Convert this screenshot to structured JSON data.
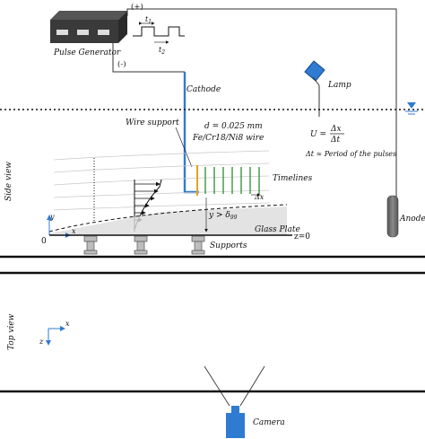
{
  "labels": {
    "pulse_generator": "Pulse Generator",
    "plus": "(+)",
    "minus": "(-)",
    "t1": "t",
    "t1_sub": "1",
    "t2": "t",
    "t2_sub": "2",
    "cathode": "Cathode",
    "lamp": "Lamp",
    "wire_support": "Wire support",
    "wire_diameter": "d = 0.025 mm",
    "wire_material": "Fe/Cr18/Ni8 wire",
    "velocity_eq_lhs": "U =",
    "velocity_eq_num": "Δx",
    "velocity_eq_den": "Δt",
    "period_note": "Δt ≈ Period of the pulses",
    "timelines": "Timelines",
    "delta_x": "Δx",
    "y_condition": "y > δ",
    "y_condition_sub": "99",
    "glass_plate": "Glass Plate",
    "z0": "z=0",
    "supports": "Supports",
    "anode": "Anode",
    "side_view": "Side view",
    "top_view": "Top view",
    "axis_y": "y",
    "axis_x": "x",
    "axis_z": "z",
    "origin": "0",
    "camera": "Camera"
  },
  "colors": {
    "cathode_wire": "#2e7bd1",
    "timeline_green": "#2e8b2e",
    "wire_orange": "#e8a317",
    "camera_blue": "#2e7bd1",
    "lamp_blue": "#2e7bd1",
    "anode_gray": "#6b6b6b",
    "plate_fill": "#dcdcdc",
    "generator_dark": "#3a3a3a"
  },
  "icons": [
    "pulse-generator-icon",
    "lamp-icon",
    "camera-icon",
    "anode-rod-icon",
    "water-level-icon"
  ]
}
